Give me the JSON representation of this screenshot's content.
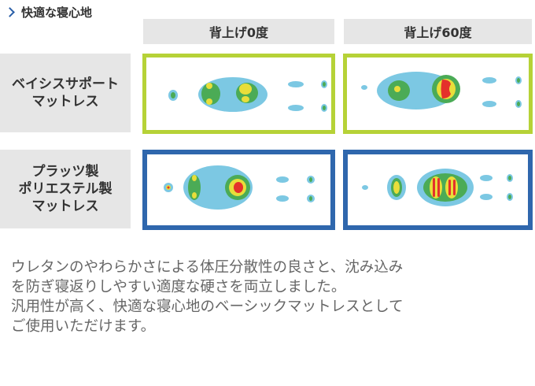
{
  "section": {
    "title": "快適な寝心地",
    "icon": "chevron-right-icon"
  },
  "columns": [
    "背上げ0度",
    "背上げ60度"
  ],
  "rows": [
    {
      "label_lines": [
        "ベイシスサポート",
        "マットレス"
      ],
      "frame_color": "#b6d237"
    },
    {
      "label_lines": [
        "プラッツ製",
        "ポリエステル製",
        "マットレス"
      ],
      "frame_color": "#2f67ad"
    }
  ],
  "pressure_colors": {
    "low": "#7cc8e3",
    "mid": "#4bab56",
    "high": "#e8de3a",
    "peak": "#e4312b"
  },
  "description_lines": [
    "ウレタンのやわらかさによる体圧分散性の良さと、沈み込み",
    "を防ぎ寝返りしやすい適度な硬さを両立しました。",
    "汎用性が高く、快適な寝心地のベーシックマットレスとして",
    "ご使用いただけます。"
  ]
}
